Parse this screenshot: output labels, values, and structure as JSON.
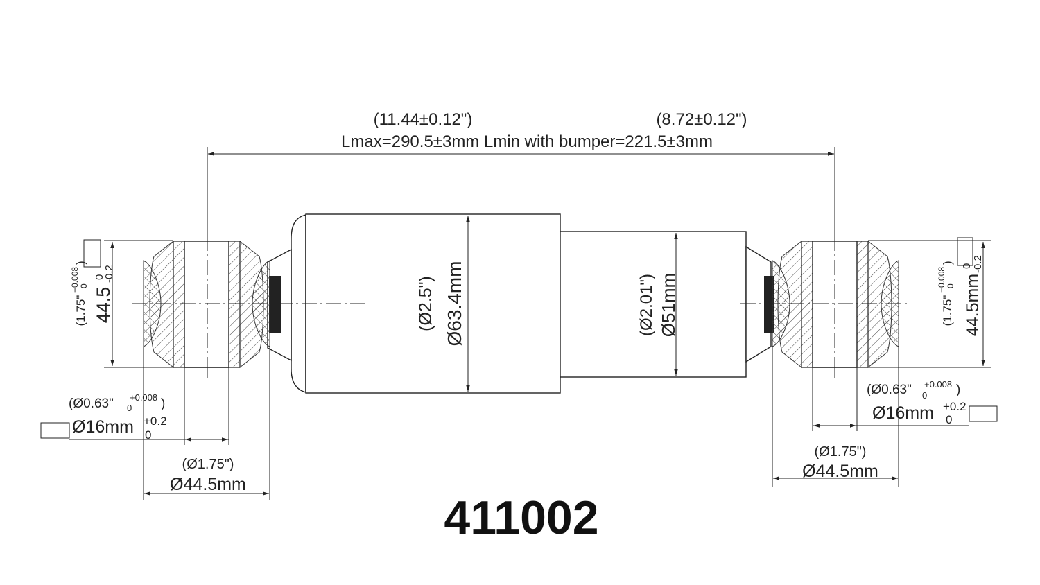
{
  "overall_length": {
    "max_inch": "(11.44±0.12\")",
    "min_inch": "(8.72±0.12\")",
    "label": "Lmax=290.5±3mm  Lmin with bumper=221.5±3mm"
  },
  "body_diameter": {
    "inch": "(Ø2.5\")",
    "mm": "Ø63.4mm"
  },
  "rod_tube_diameter": {
    "inch": "(Ø2.01\")",
    "mm": "Ø51mm"
  },
  "left_eye": {
    "width_mm": "44.5",
    "width_tol_upper": "0",
    "width_tol_lower": "-0.2",
    "width_inch": "(1.75\"",
    "width_inch_tol_upper": "+0.008",
    "width_inch_tol_lower": "0",
    "width_inch_close": ")",
    "bore_inch": "(Ø0.63\"",
    "bore_inch_tol_upper": "+0.008",
    "bore_inch_tol_lower": "0",
    "bore_inch_close": ")",
    "bore_mm": "Ø16mm",
    "bore_mm_tol_upper": "+0.2",
    "bore_mm_tol_lower": "0",
    "outer_inch": "(Ø1.75\")",
    "outer_mm": "Ø44.5mm"
  },
  "right_eye": {
    "width_mm": "44.5mm",
    "width_tol_upper": "0",
    "width_tol_lower": "-0.2",
    "width_inch": "(1.75\"",
    "width_inch_tol_upper": "+0.008",
    "width_inch_tol_lower": "0",
    "width_inch_close": ")",
    "bore_inch": "(Ø0.63\"",
    "bore_inch_tol_upper": "+0.008",
    "bore_inch_tol_lower": "0",
    "bore_inch_close": ")",
    "bore_mm": "Ø16mm",
    "bore_mm_tol_upper": "+0.2",
    "bore_mm_tol_lower": "0",
    "outer_inch": "(Ø1.75\")",
    "outer_mm": "Ø44.5mm"
  },
  "part_number": "411002"
}
